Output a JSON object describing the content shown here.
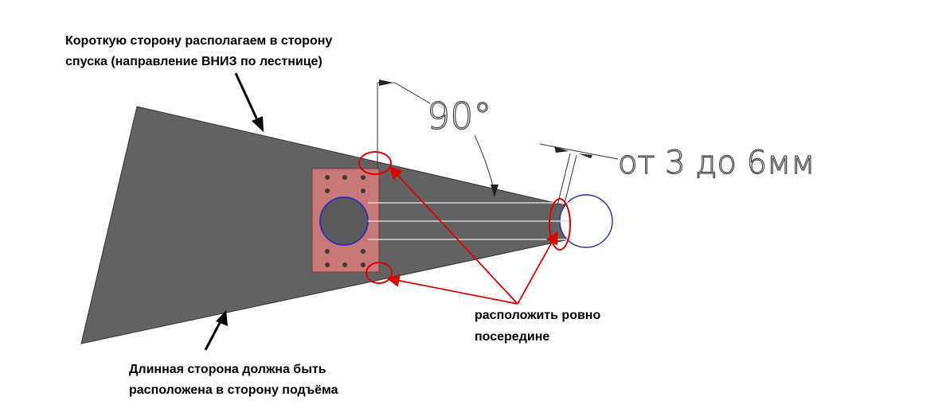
{
  "annotations": {
    "short_side": {
      "line1": "Короткую сторону располагаем в сторону",
      "line2": "спуска (направление ВНИЗ по лестнице)"
    },
    "long_side": {
      "line1": "Длинная сторона должна быть",
      "line2": "расположена в сторону подъёма"
    },
    "center": {
      "line1": "расположить ровно",
      "line2": "посередине"
    }
  },
  "dimensions": {
    "angle": "90°",
    "gap": "от 3 до 6мм"
  },
  "colors": {
    "triangle": "#626262",
    "plate": "#c97878",
    "highlight": "#e00000",
    "circle": "#2d2dbf",
    "dimension": "#333333"
  }
}
